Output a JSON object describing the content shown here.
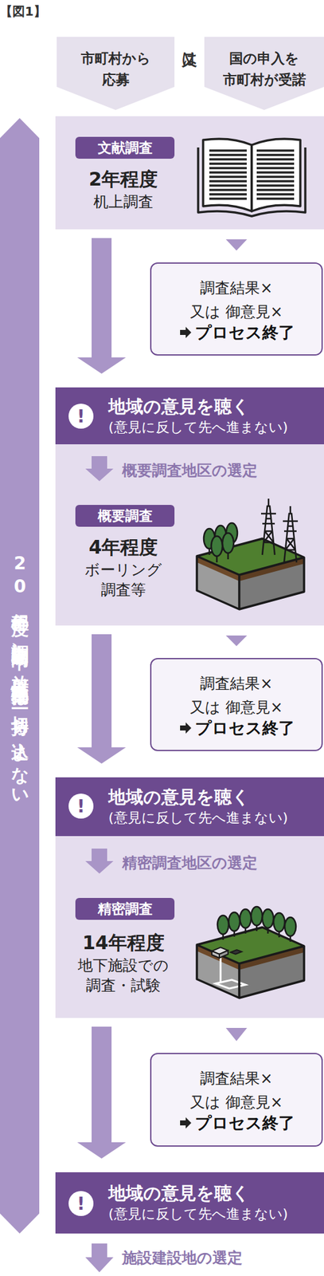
{
  "diagram": {
    "nodes": [
      {
        "text": [
          "市町村から 応募"
        ]
      },
      {
        "text": [
          "国の申入を 市町村が受諾"
        ]
      },
      {
        "text": [
          "20年程度の調査期間中、放射性廃棄物は一切持ち込まない"
        ]
      },
      {
        "text": [
          "2年程度",
          "机上調査"
        ]
      },
      {
        "text": [
          "文献調査"
        ],
        "in": 3
      },
      {
        "text": [
          "調査結果× 又は 御意見×",
          "プロセス終了"
        ]
      },
      {
        "text": [
          "地域の意見を聴く",
          "(意見に反して先へ進まない)"
        ]
      },
      {
        "text": [
          "4年程度",
          "ボーリング 調査等"
        ]
      },
      {
        "text": [
          "概要調査"
        ],
        "in": 7
      },
      {
        "text": [
          "調査結果× 又は 御意見×",
          "プロセス終了"
        ]
      },
      {
        "text": [
          "地域の意見を聴く",
          "(意見に反して先へ進まない)"
        ]
      },
      {
        "text": [
          "14年程度",
          "地下施設での 調査・試験"
        ]
      },
      {
        "text": [
          "精密調査"
        ],
        "in": 11
      },
      {
        "text": [
          "調査結果× 又は 御意見×",
          "プロセス終了"
        ]
      },
      {
        "text": [
          "地域の意見を聴く",
          "(意見に反して先へ進まない)"
        ]
      }
    ],
    "edges": [
      {
        "from": 3,
        "to": 5,
        "arrow": "to"
      },
      {
        "from": 3,
        "to": 6,
        "arrow": "to"
      },
      {
        "from": 7,
        "to": 9,
        "arrow": "to"
      },
      {
        "from": 7,
        "to": 10,
        "arrow": "to"
      },
      {
        "from": 11,
        "to": 13,
        "arrow": "to"
      },
      {
        "from": 11,
        "to": 14,
        "arrow": "to"
      }
    ],
    "labels": [
      "【図1】",
      "又は",
      "!",
      "概要調査地区の選定",
      "!",
      "精密調査地区の選定",
      "!",
      "施設建設地の選定"
    ]
  }
}
